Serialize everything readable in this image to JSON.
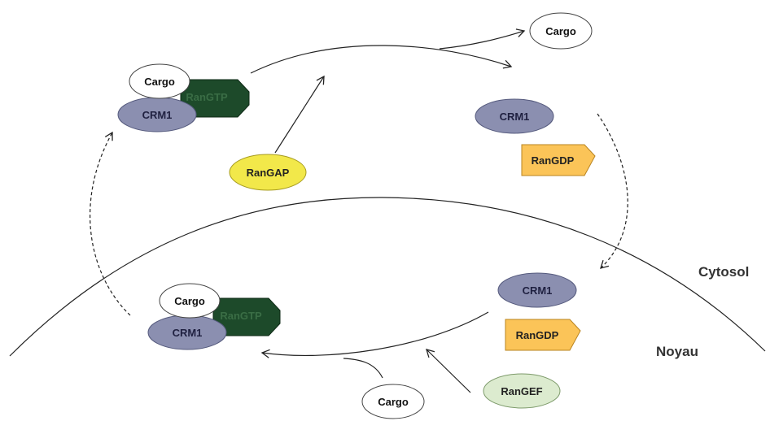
{
  "labels": {
    "cargo": "Cargo",
    "crm1": "CRM1",
    "rangtp": "RanGTP",
    "rangdp": "RanGDP",
    "rangap": "RanGAP",
    "rangef": "RanGEF"
  },
  "regions": {
    "cytosol": "Cytosol",
    "noyau": "Noyau"
  },
  "colors": {
    "crm1": "#8b8fb0",
    "rangtp": "#1d4a2a",
    "rangdp": "#fbc458",
    "rangap": "#f2e84a",
    "rangef": "#dcebcf",
    "cargo": "#ffffff",
    "line": "#222222"
  }
}
